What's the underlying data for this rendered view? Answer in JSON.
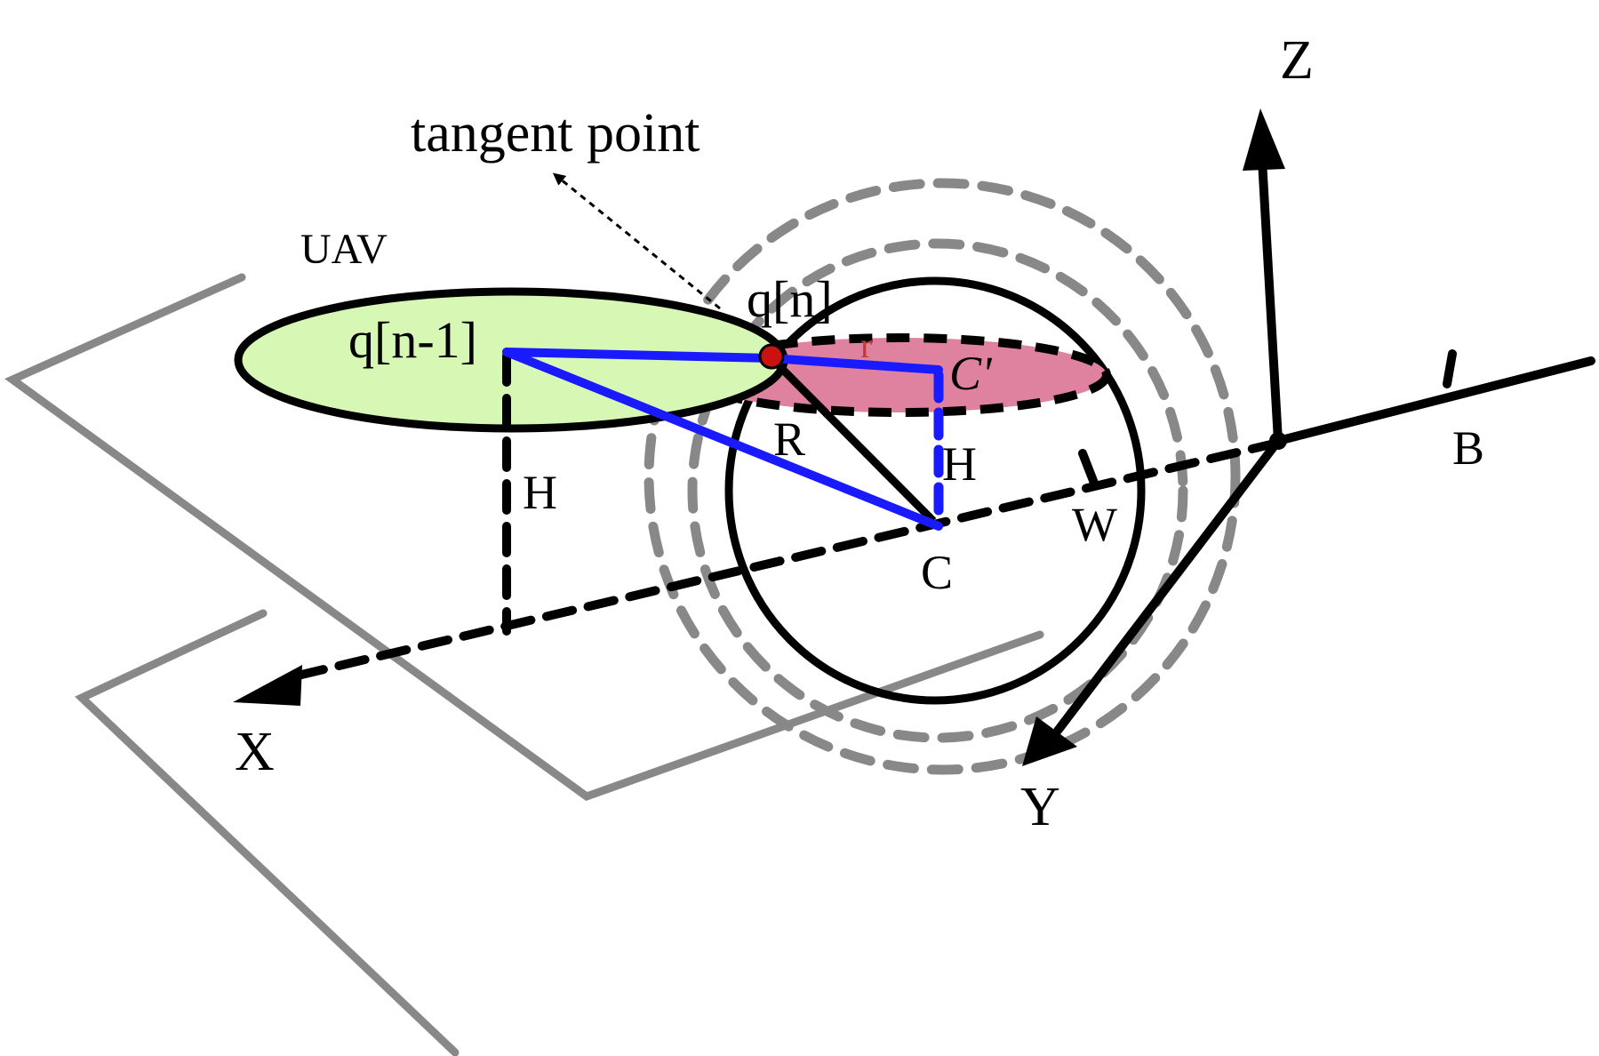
{
  "diagram": {
    "labels": {
      "tangent_point": "tangent point",
      "uav": "UAV",
      "q_n_minus_1": "q[n-1]",
      "q_n": "q[n]",
      "r_small": "r",
      "c_prime": "C'",
      "h_left": "H",
      "h_right": "H",
      "r_big": "R",
      "c": "C",
      "w": "W",
      "b": "B",
      "x_axis": "X",
      "y_axis": "Y",
      "z_axis": "Z"
    },
    "colors": {
      "ground_plane": "#888888",
      "uav_ellipse_fill": "#d7f7b5",
      "pink_disk_fill": "#de82a0",
      "blue_lines": "#1a1aff",
      "dashed_spheres": "#888888",
      "tangent_dot": "#cc1111"
    }
  }
}
